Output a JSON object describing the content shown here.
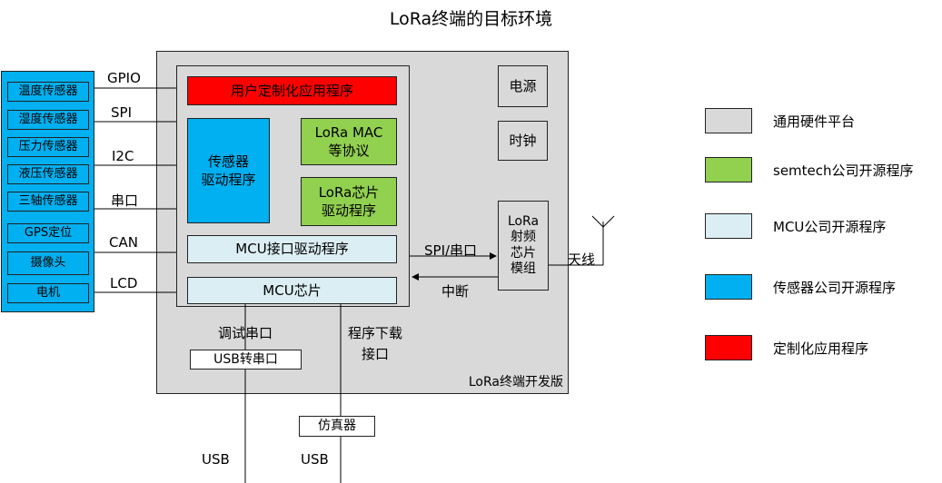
{
  "title": "LoRa终端的目标环境",
  "board_label": "LoRa终端开发版",
  "app": "用户定制化应用程序",
  "sensor_driver": "传感器\n驱动程序",
  "lora_mac": "LoRa MAC\n等协议",
  "lora_chip_driver": "LoRa芯片\n驱动程序",
  "mcu_if_driver": "MCU接口驱动程序",
  "mcu_chip": "MCU芯片",
  "power": "电源",
  "clock": "时钟",
  "lora_module": "LoRa\n射频\n芯片\n模组",
  "spi_link": "SPI/串口",
  "interrupt": "中断",
  "antenna": "天线",
  "debug_serial": "调试串口",
  "prog_download": "程序下载\n接口",
  "usb_converter": "USB转串口",
  "emulator": "仿真器",
  "usb_left": "USB",
  "usb_right": "USB",
  "sensors": [
    "温度传感器",
    "湿度传感器",
    "压力传感器",
    "液压传感器",
    "三轴传感器",
    "GPS定位",
    "摄像头",
    "电机"
  ],
  "interfaces": [
    "GPIO",
    "SPI",
    "I2C",
    "串口",
    "CAN",
    "LCD"
  ],
  "legend": [
    {
      "label": "通用硬件平台",
      "color": "#d9d9d9"
    },
    {
      "label": "semtech公司开源程序",
      "color": "#92d050"
    },
    {
      "label": "MCU公司开源程序",
      "color": "#dbeef4"
    },
    {
      "label": "传感器公司开源程序",
      "color": "#00b0f0"
    },
    {
      "label": "定制化应用程序",
      "color": "#ff0000"
    }
  ]
}
